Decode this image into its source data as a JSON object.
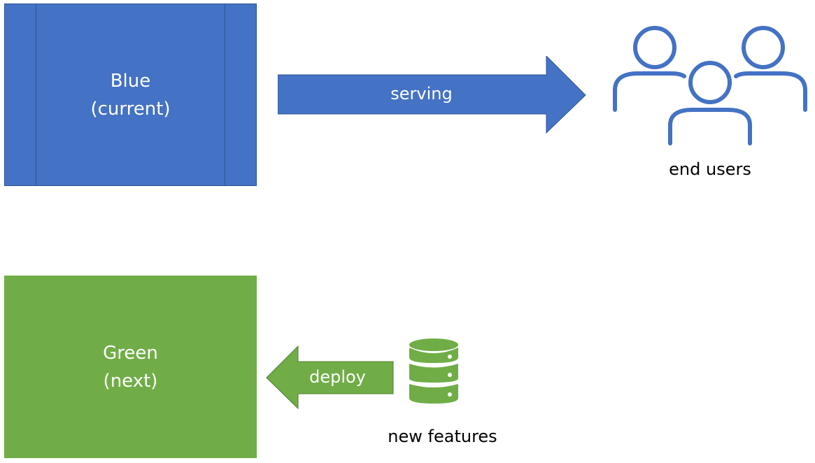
{
  "boxes": {
    "blue": {
      "line1": "Blue",
      "line2": "(current)",
      "color": "#4472c4"
    },
    "green": {
      "line1": "Green",
      "line2": "(next)",
      "color": "#70ad47"
    }
  },
  "arrows": {
    "serving": {
      "label": "serving",
      "color": "#4472c4",
      "direction": "right"
    },
    "deploy": {
      "label": "deploy",
      "color": "#70ad47",
      "direction": "left"
    }
  },
  "captions": {
    "end_users": "end users",
    "new_features": "new features"
  },
  "icons": {
    "users": "users-group-icon",
    "database": "database-icon"
  }
}
